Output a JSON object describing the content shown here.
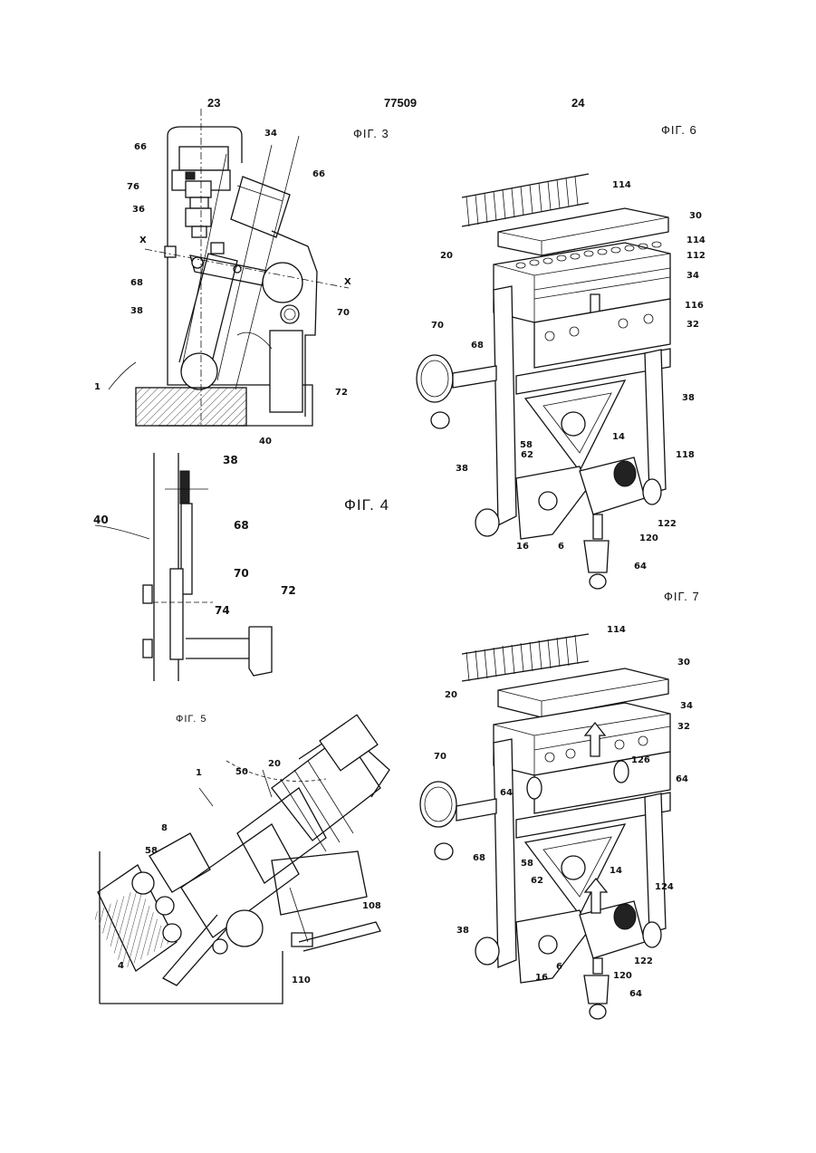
{
  "header": {
    "left_page": "23",
    "doc_number": "77509",
    "right_page": "24"
  },
  "figures": {
    "fig3": {
      "title": "ФΙΓ. 3",
      "refs": [
        "66",
        "34",
        "66",
        "76",
        "36",
        "X",
        "X",
        "68",
        "70",
        "38",
        "1",
        "72",
        "40"
      ]
    },
    "fig4": {
      "title": "ФΙΓ. 4",
      "refs": [
        "38",
        "40",
        "68",
        "70",
        "72",
        "74"
      ]
    },
    "fig5": {
      "title": "ФΙΓ. 5",
      "refs": [
        "1",
        "50",
        "20",
        "8",
        "58",
        "108",
        "4",
        "110"
      ]
    },
    "fig6": {
      "title": "ФΙΓ. 6",
      "refs": [
        "114",
        "30",
        "114",
        "20",
        "112",
        "34",
        "116",
        "32",
        "70",
        "68",
        "38",
        "58",
        "14",
        "62",
        "118",
        "38",
        "122",
        "16",
        "6",
        "120",
        "64"
      ]
    },
    "fig7": {
      "title": "ФΙΓ. 7",
      "refs": [
        "114",
        "30",
        "20",
        "34",
        "32",
        "126",
        "64",
        "64",
        "70",
        "68",
        "58",
        "14",
        "62",
        "124",
        "38",
        "122",
        "16",
        "6",
        "120",
        "64"
      ]
    }
  },
  "colors": {
    "ink": "#111111",
    "hatch": "#444444",
    "background": "#ffffff"
  }
}
